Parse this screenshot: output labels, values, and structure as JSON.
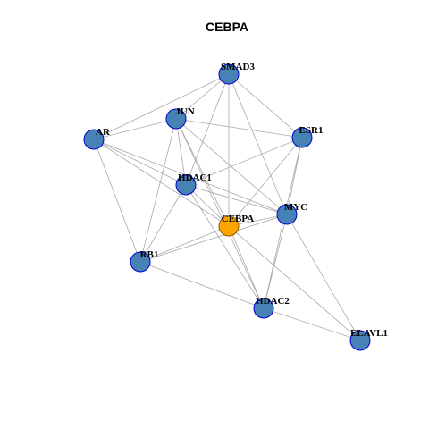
{
  "title": "CEBPA",
  "colors": {
    "node_fill": "#4682b4",
    "node_stroke": "#0000cd",
    "focus_fill": "#ffa500",
    "focus_stroke": "#8b5a00",
    "edge": "#a9a9a9",
    "background": "#ffffff"
  },
  "nodes": [
    {
      "id": "SMAD3",
      "label": "SMAD3"
    },
    {
      "id": "JUN",
      "label": "JUN"
    },
    {
      "id": "AR",
      "label": "AR"
    },
    {
      "id": "ESR1",
      "label": "ESR1"
    },
    {
      "id": "HDAC1",
      "label": "HDAC1"
    },
    {
      "id": "CEBPA",
      "label": "CEBPA",
      "focus": true
    },
    {
      "id": "MYC",
      "label": "MYC"
    },
    {
      "id": "RB1",
      "label": "RB1"
    },
    {
      "id": "HDAC2",
      "label": "HDAC2"
    },
    {
      "id": "ELAVL1",
      "label": "ELAVL1"
    }
  ],
  "edges": [
    [
      "SMAD3",
      "JUN"
    ],
    [
      "SMAD3",
      "AR"
    ],
    [
      "SMAD3",
      "ESR1"
    ],
    [
      "SMAD3",
      "HDAC1"
    ],
    [
      "SMAD3",
      "CEBPA"
    ],
    [
      "SMAD3",
      "MYC"
    ],
    [
      "JUN",
      "AR"
    ],
    [
      "JUN",
      "ESR1"
    ],
    [
      "JUN",
      "HDAC1"
    ],
    [
      "JUN",
      "CEBPA"
    ],
    [
      "JUN",
      "MYC"
    ],
    [
      "JUN",
      "RB1"
    ],
    [
      "JUN",
      "HDAC2"
    ],
    [
      "AR",
      "HDAC1"
    ],
    [
      "AR",
      "CEBPA"
    ],
    [
      "AR",
      "MYC"
    ],
    [
      "AR",
      "RB1"
    ],
    [
      "ESR1",
      "HDAC1"
    ],
    [
      "ESR1",
      "CEBPA"
    ],
    [
      "ESR1",
      "MYC"
    ],
    [
      "ESR1",
      "HDAC2"
    ],
    [
      "HDAC1",
      "CEBPA"
    ],
    [
      "HDAC1",
      "MYC"
    ],
    [
      "HDAC1",
      "RB1"
    ],
    [
      "HDAC1",
      "HDAC2"
    ],
    [
      "CEBPA",
      "MYC"
    ],
    [
      "CEBPA",
      "RB1"
    ],
    [
      "CEBPA",
      "HDAC2"
    ],
    [
      "CEBPA",
      "ELAVL1"
    ],
    [
      "MYC",
      "RB1"
    ],
    [
      "MYC",
      "HDAC2"
    ],
    [
      "MYC",
      "ELAVL1"
    ],
    [
      "RB1",
      "HDAC2"
    ],
    [
      "HDAC2",
      "ELAVL1"
    ]
  ]
}
